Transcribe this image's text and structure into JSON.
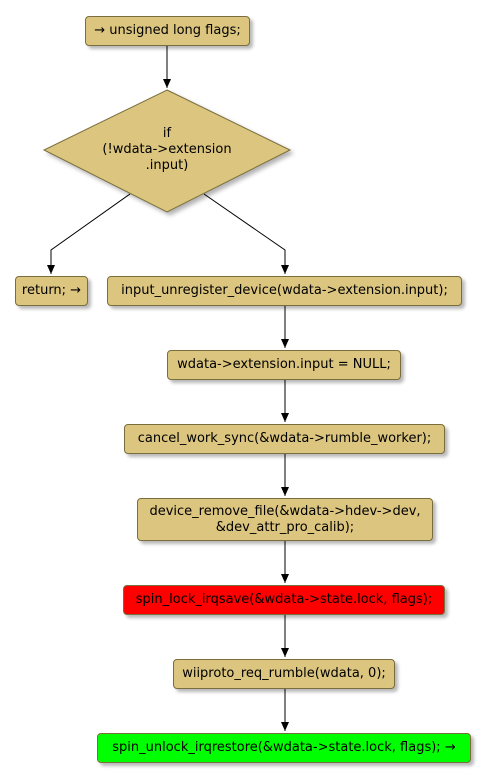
{
  "colors": {
    "node_fill": "#dbc57f",
    "node_border": "#7a6e3c",
    "error_fill": "#ff0000",
    "ok_fill": "#00ff00",
    "arrow": "#000000"
  },
  "nodes": {
    "start": "→ unsigned long flags;",
    "condition": "if\n(!wdata->extension\n.input)",
    "return_early": "return; →",
    "unregister": "input_unregister_device(wdata->extension.input);",
    "set_null": "wdata->extension.input = NULL;",
    "cancel_work": "cancel_work_sync(&wdata->rumble_worker);",
    "remove_file_line1": "device_remove_file(&wdata->hdev->dev,",
    "remove_file_line2": "&dev_attr_pro_calib);",
    "spin_lock": "spin_lock_irqsave(&wdata->state.lock, flags);",
    "req_rumble": "wiiproto_req_rumble(wdata, 0);",
    "spin_unlock": "spin_unlock_irqrestore(&wdata->state.lock, flags); →"
  }
}
